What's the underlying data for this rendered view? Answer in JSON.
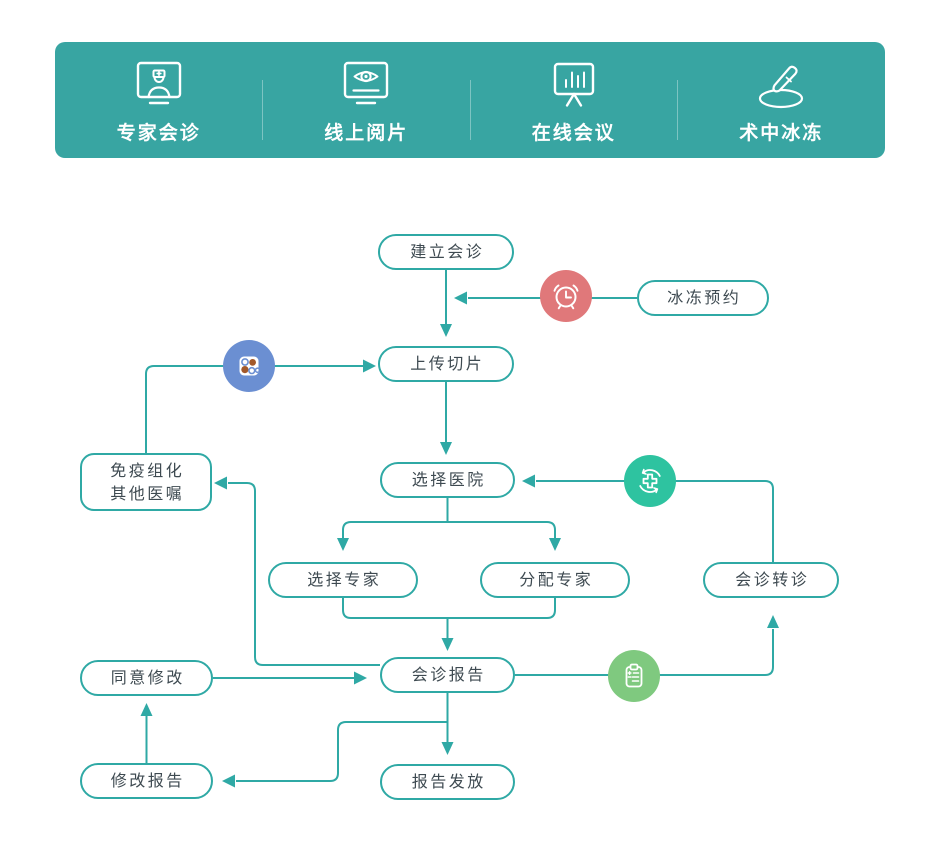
{
  "header": {
    "items": [
      {
        "label": "专家会诊",
        "icon": "monitor-doctor-icon"
      },
      {
        "label": "线上阅片",
        "icon": "monitor-eye-icon"
      },
      {
        "label": "在线会议",
        "icon": "presentation-chart-icon"
      },
      {
        "label": "术中冰冻",
        "icon": "scalpel-dish-icon"
      }
    ]
  },
  "flowchart": {
    "nodes": [
      {
        "id": "create-consult",
        "label": "建立会诊"
      },
      {
        "id": "frozen-booking",
        "label": "冰冻预约"
      },
      {
        "id": "upload-slides",
        "label": "上传切片"
      },
      {
        "id": "select-hospital",
        "label": "选择医院"
      },
      {
        "id": "ihc-orders",
        "lines": [
          "免疫组化",
          "其他医嘱"
        ]
      },
      {
        "id": "select-expert",
        "label": "选择专家"
      },
      {
        "id": "assign-expert",
        "label": "分配专家"
      },
      {
        "id": "consult-referral",
        "label": "会诊转诊"
      },
      {
        "id": "consult-report",
        "label": "会诊报告"
      },
      {
        "id": "agree-revision",
        "label": "同意修改"
      },
      {
        "id": "revise-report",
        "label": "修改报告"
      },
      {
        "id": "issue-report",
        "label": "报告发放"
      }
    ],
    "badges": [
      {
        "id": "alarm-clock-badge",
        "icon": "alarm-clock-icon",
        "color": "#e0787a"
      },
      {
        "id": "slide-tray-badge",
        "icon": "slide-tray-icon",
        "color": "#6b8fd2"
      },
      {
        "id": "transfer-plus-badge",
        "icon": "transfer-plus-icon",
        "color": "#2ec3a0"
      },
      {
        "id": "report-clipboard-badge",
        "icon": "report-clipboard-icon",
        "color": "#7fc97f"
      }
    ],
    "edges": [
      {
        "from": "建立会诊",
        "to": "上传切片"
      },
      {
        "from": "冰冻预约",
        "to": "上传切片",
        "via": "alarm-clock-badge"
      },
      {
        "from": "上传切片",
        "to": "选择医院"
      },
      {
        "from": "选择医院",
        "to": "选择专家"
      },
      {
        "from": "选择医院",
        "to": "分配专家"
      },
      {
        "from": "选择专家",
        "to": "会诊报告"
      },
      {
        "from": "分配专家",
        "to": "会诊报告"
      },
      {
        "from": "会诊报告",
        "to": "会诊转诊",
        "via": "report-clipboard-badge"
      },
      {
        "from": "会诊转诊",
        "to": "选择医院",
        "via": "transfer-plus-badge"
      },
      {
        "from": "会诊报告",
        "to": "免疫组化其他医嘱"
      },
      {
        "from": "免疫组化其他医嘱",
        "to": "上传切片",
        "via": "slide-tray-badge"
      },
      {
        "from": "会诊报告",
        "to": "报告发放"
      },
      {
        "from": "会诊报告",
        "to": "修改报告"
      },
      {
        "from": "修改报告",
        "to": "同意修改"
      },
      {
        "from": "同意修改",
        "to": "会诊报告"
      }
    ],
    "colors": {
      "header_bg": "#38a5a2",
      "connector": "#2fa9a5",
      "node_border": "#2fa9a5",
      "node_text": "#3e4a51",
      "badge_alarm": "#e0787a",
      "badge_tray": "#6b8fd2",
      "badge_cycle": "#2ec3a0",
      "badge_clipboard": "#7fc97f",
      "tray_dot": "#a2592b"
    }
  }
}
